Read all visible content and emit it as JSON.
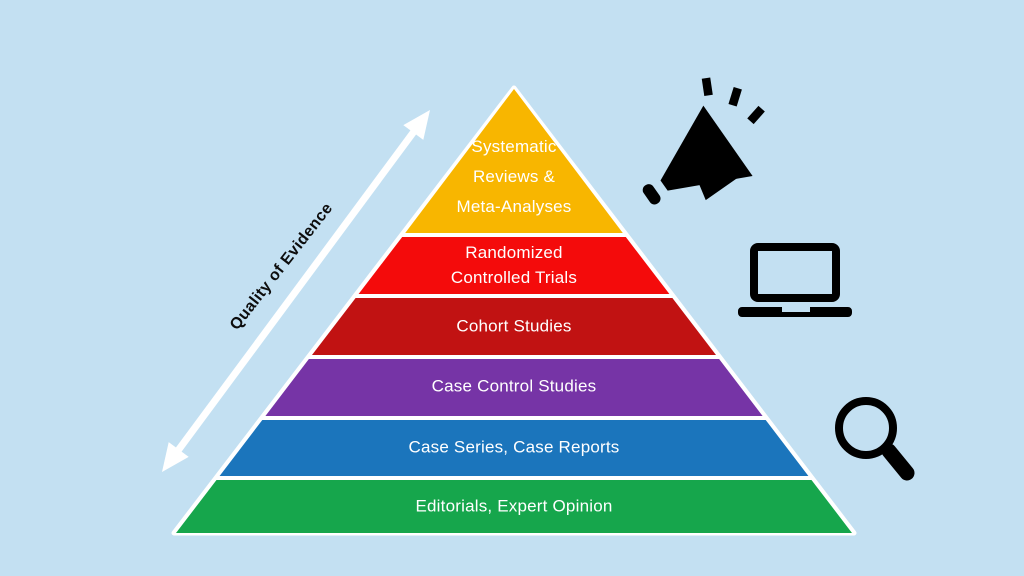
{
  "background_color": "#C3E0F2",
  "chart_data": {
    "type": "pyramid",
    "title": "",
    "axis_label": "Quality of Evidence",
    "axis_label_color": "#0D0D0D",
    "arrow_color": "#FFFFFF",
    "outline_color": "#FFFFFF",
    "label_text_color": "#FFFFFF",
    "icon_color": "#000000",
    "legend_position": "none",
    "levels": [
      {
        "label": "Systematic Reviews & Meta-Analyses",
        "color": "#F8B600"
      },
      {
        "label": "Randomized Controlled Trials",
        "color": "#F40B0B"
      },
      {
        "label": "Cohort Studies",
        "color": "#C11212"
      },
      {
        "label": "Case Control Studies",
        "color": "#7634A6"
      },
      {
        "label": "Case Series, Case Reports",
        "color": "#1B75BC"
      },
      {
        "label": "Editorials, Expert Opinion",
        "color": "#16A64C"
      }
    ],
    "icons": [
      "megaphone-icon",
      "laptop-icon",
      "magnifying-glass-icon"
    ]
  }
}
